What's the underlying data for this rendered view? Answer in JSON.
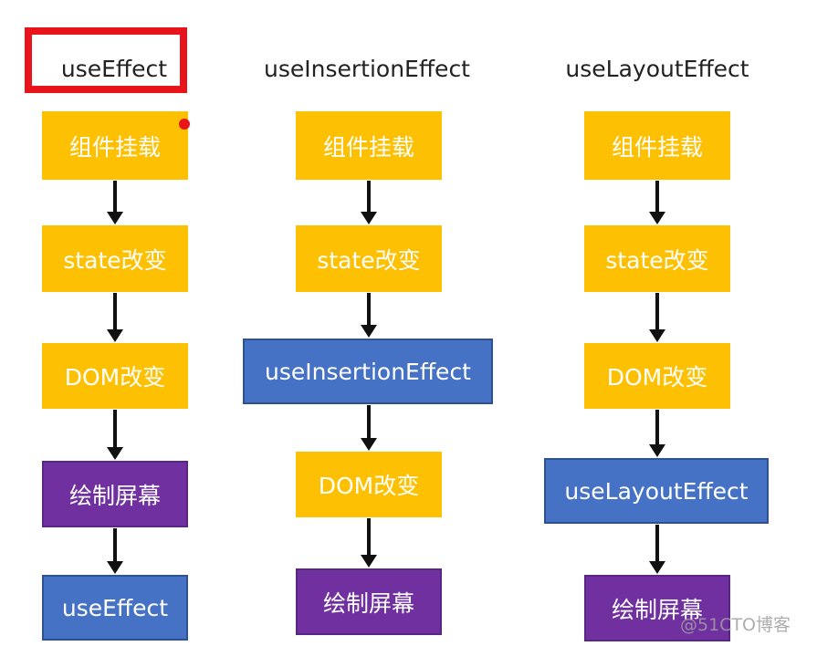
{
  "columns": [
    {
      "title": "useEffect",
      "nodes": [
        "组件挂载",
        "state改变",
        "DOM改变",
        "绘制屏幕",
        "useEffect"
      ]
    },
    {
      "title": "useInsertionEffect",
      "nodes": [
        "组件挂载",
        "state改变",
        "useInsertionEffect",
        "DOM改变",
        "绘制屏幕"
      ]
    },
    {
      "title": "useLayoutEffect",
      "nodes": [
        "组件挂载",
        "state改变",
        "DOM改变",
        "useLayoutEffect",
        "绘制屏幕"
      ]
    }
  ],
  "colors": {
    "highlight": "#e8141b",
    "yellow": "#fec003",
    "blue": "#4572c4",
    "purple": "#7030a0",
    "arrow": "#111111"
  },
  "watermark": "@51CTO博客"
}
